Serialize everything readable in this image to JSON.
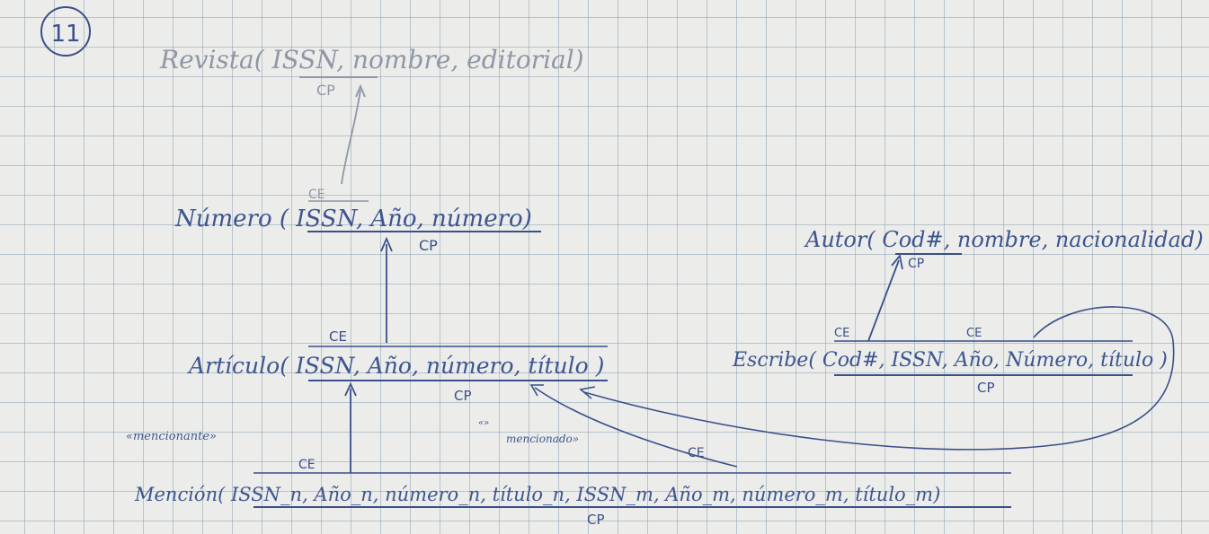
{
  "page_number": "11",
  "relations": {
    "revista": {
      "line": "Revista( ISSN, nombre, editorial)",
      "pk": "CP"
    },
    "numero": {
      "line": "Número ( ISSN, Año, número)",
      "fk": "CE",
      "pk": "CP"
    },
    "articulo": {
      "line": "Artículo( ISSN, Año, número, título )",
      "fk": "CE",
      "pk": "CP"
    },
    "autor": {
      "line": "Autor( Cod#, nombre, nacionalidad)",
      "pk": "CP"
    },
    "escribe": {
      "line": "Escribe( Cod#, ISSN, Año, Número, título )",
      "fk1": "CE",
      "fk2": "CE",
      "pk": "CP"
    },
    "mencion": {
      "line": "Mención( ISSN_n, Año_n, número_n, título_n, ISSN_m, Año_m, número_m, título_m)",
      "fk1": "CE",
      "fk2": "CE",
      "pk": "CP"
    }
  },
  "relationship_labels": {
    "mencionante": "«mencionante»",
    "mencionado_prefix": "«»",
    "mencionado": "mencionado»"
  },
  "colors": {
    "ink": "#3a4f8a",
    "pencil": "#8f96a6",
    "paper": "#ecedea",
    "grid": "#8ca0af"
  }
}
